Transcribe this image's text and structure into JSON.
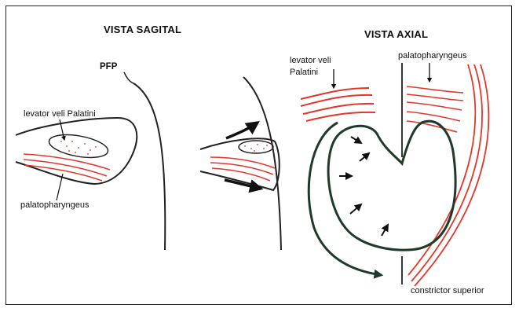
{
  "titles": {
    "sagittal": "VISTA SAGITAL",
    "axial": "VISTA AXIAL"
  },
  "labels": {
    "pfp": "PFP",
    "levator_sagittal": "levator veli Palatini",
    "palatopharyngeus_sagittal": "palatopharyngeus",
    "levator_axial_line1": "levator veli",
    "levator_axial_line2": "Palatini",
    "palatopharyngeus_axial": "palatopharyngeus",
    "constrictor": "constrictor superior"
  },
  "colors": {
    "outline": "#222222",
    "muscle_red": "#e4362b",
    "dots_red": "#e06050",
    "dark_green": "#1e3a2a"
  }
}
